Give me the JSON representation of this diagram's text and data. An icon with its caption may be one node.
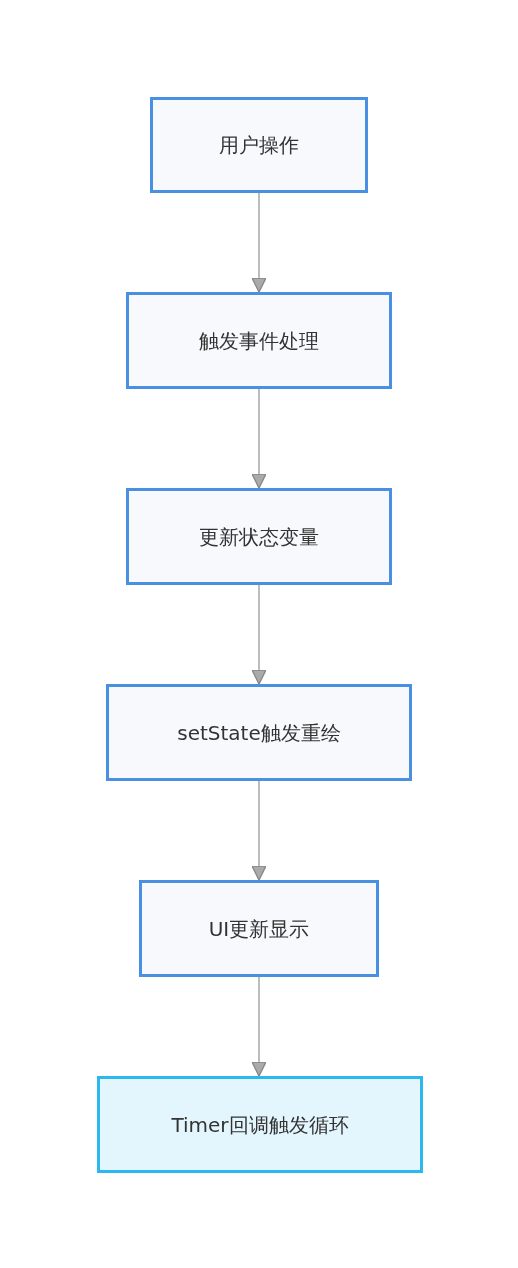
{
  "diagram": {
    "nodes": [
      {
        "text": [
          "用户操作"
        ]
      },
      {
        "text": [
          "触发事件处理"
        ]
      },
      {
        "text": [
          "更新状态变量"
        ]
      },
      {
        "text": [
          "setState触发重绘"
        ]
      },
      {
        "text": [
          "UI更新显示"
        ]
      },
      {
        "text": [
          "Timer回调触发循环"
        ]
      }
    ],
    "edges": [
      {
        "from": 0,
        "to": 1,
        "arrow": "to"
      },
      {
        "from": 1,
        "to": 2,
        "arrow": "to"
      },
      {
        "from": 2,
        "to": 3,
        "arrow": "to"
      },
      {
        "from": 3,
        "to": 4,
        "arrow": "to"
      },
      {
        "from": 4,
        "to": 5,
        "arrow": "to"
      }
    ]
  }
}
